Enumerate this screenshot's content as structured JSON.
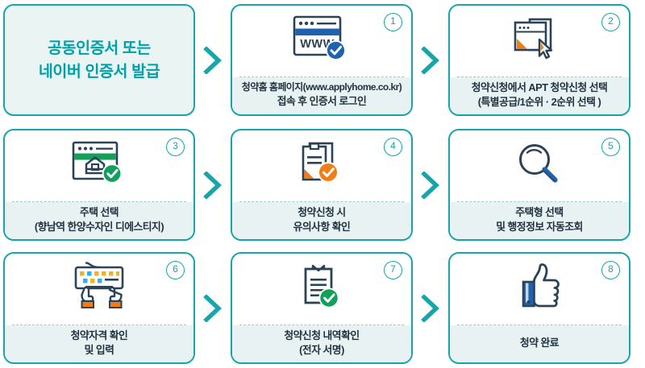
{
  "colors": {
    "teal_border": "#16a5a8",
    "teal_text": "#00a0aa",
    "caption_bg": "#e9f2f2",
    "intro_bg": "#e9f4f3",
    "navy": "#2b4257",
    "orange": "#f07d16",
    "green": "#12a05a",
    "blue": "#1f62ad",
    "caption_text": "#20323f"
  },
  "intro": {
    "line1": "공동인증서 또는",
    "line2": "네이버 인증서 발급",
    "icon": "none"
  },
  "arrows": [
    {
      "name": "chevron-right-icon-1"
    },
    {
      "name": "chevron-right-icon-2"
    },
    {
      "name": "chevron-right-icon-3"
    },
    {
      "name": "chevron-right-icon-4"
    },
    {
      "name": "chevron-right-icon-5"
    },
    {
      "name": "chevron-right-icon-6"
    }
  ],
  "steps": [
    {
      "number": "1",
      "icon": "browser-www-check-icon",
      "caption_lines": [
        "청약홈 홈페이지(www.applyhome.co.kr)",
        "접속 후 인증서 로그인"
      ],
      "icon_label": "WWW"
    },
    {
      "number": "2",
      "icon": "window-cursor-select-icon",
      "caption_lines": [
        "청약신청에서 APT 청약신청 선택",
        "(특별공급/1순위 · 2순위 선택 )"
      ]
    },
    {
      "number": "3",
      "icon": "browser-house-check-icon",
      "caption_lines": [
        "주택 선택",
        "(향남역 한양수자인 디에스티지)"
      ]
    },
    {
      "number": "4",
      "icon": "clipboard-orange-check-icon",
      "caption_lines": [
        "청약신청 시",
        "유의사항 확인"
      ]
    },
    {
      "number": "5",
      "icon": "magnifier-search-icon",
      "caption_lines": [
        "주택형 선택",
        "및 행정정보 자동조회"
      ]
    },
    {
      "number": "6",
      "icon": "keyboard-typing-hands-icon",
      "caption_lines": [
        "청약자격 확인",
        "및 입력"
      ]
    },
    {
      "number": "7",
      "icon": "clipboard-green-check-icon",
      "caption_lines": [
        "청약신청 내역확인",
        "(전자 서명)"
      ]
    },
    {
      "number": "8",
      "icon": "thumbs-up-icon",
      "caption_lines": [
        "청약 완료"
      ]
    }
  ]
}
